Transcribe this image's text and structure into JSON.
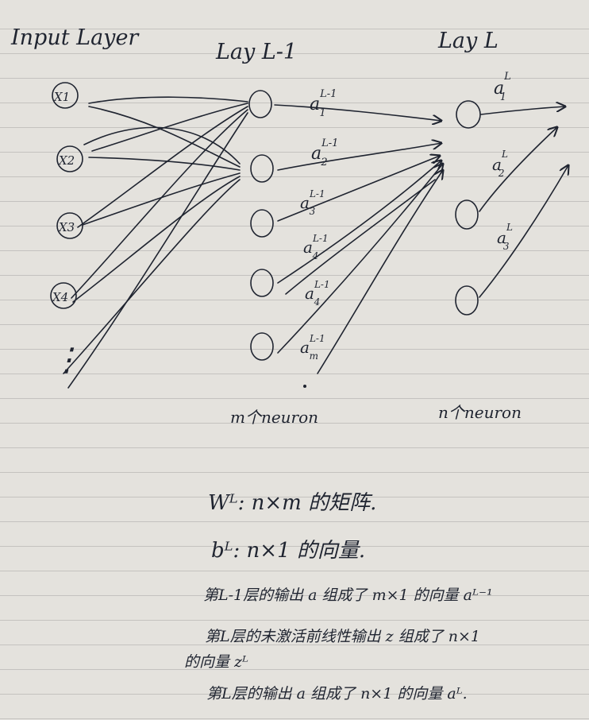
{
  "layers": {
    "input": {
      "title": "Input Layer",
      "nodes": [
        "X1",
        "X2",
        "X3",
        "X4"
      ],
      "dots": "⋮"
    },
    "prev": {
      "title": "Lay L-1",
      "caption": "m个neuron",
      "activations": [
        {
          "base": "a",
          "sup": "L-1",
          "sub": "1"
        },
        {
          "base": "a",
          "sup": "L-1",
          "sub": "2"
        },
        {
          "base": "a",
          "sup": "L-1",
          "sub": "3"
        },
        {
          "base": "a",
          "sup": "L-1",
          "sub": "4"
        },
        {
          "base": "a",
          "sup": "L-1",
          "sub": "4"
        },
        {
          "base": "a",
          "sup": "L-1",
          "sub": "m"
        }
      ]
    },
    "current": {
      "title": "Lay L",
      "caption": "n个neuron",
      "activations": [
        {
          "base": "a",
          "sup": "L",
          "sub": "1"
        },
        {
          "base": "a",
          "sup": "L",
          "sub": "2"
        },
        {
          "base": "a",
          "sup": "L",
          "sub": "3"
        }
      ]
    }
  },
  "notes": {
    "w_line": "Wᴸ: n×m 的矩阵.",
    "b_line": "bᴸ: n×1 的向量.",
    "desc1": "第L-1层的输出 a 组成了 m×1 的向量 aᴸ⁻¹",
    "desc2": "第L层的未激活前线性输出 z 组成了 n×1",
    "desc3": "的向量 zᴸ",
    "desc4": "第L层的输出 a 组成了 n×1 的向量 aᴸ."
  }
}
